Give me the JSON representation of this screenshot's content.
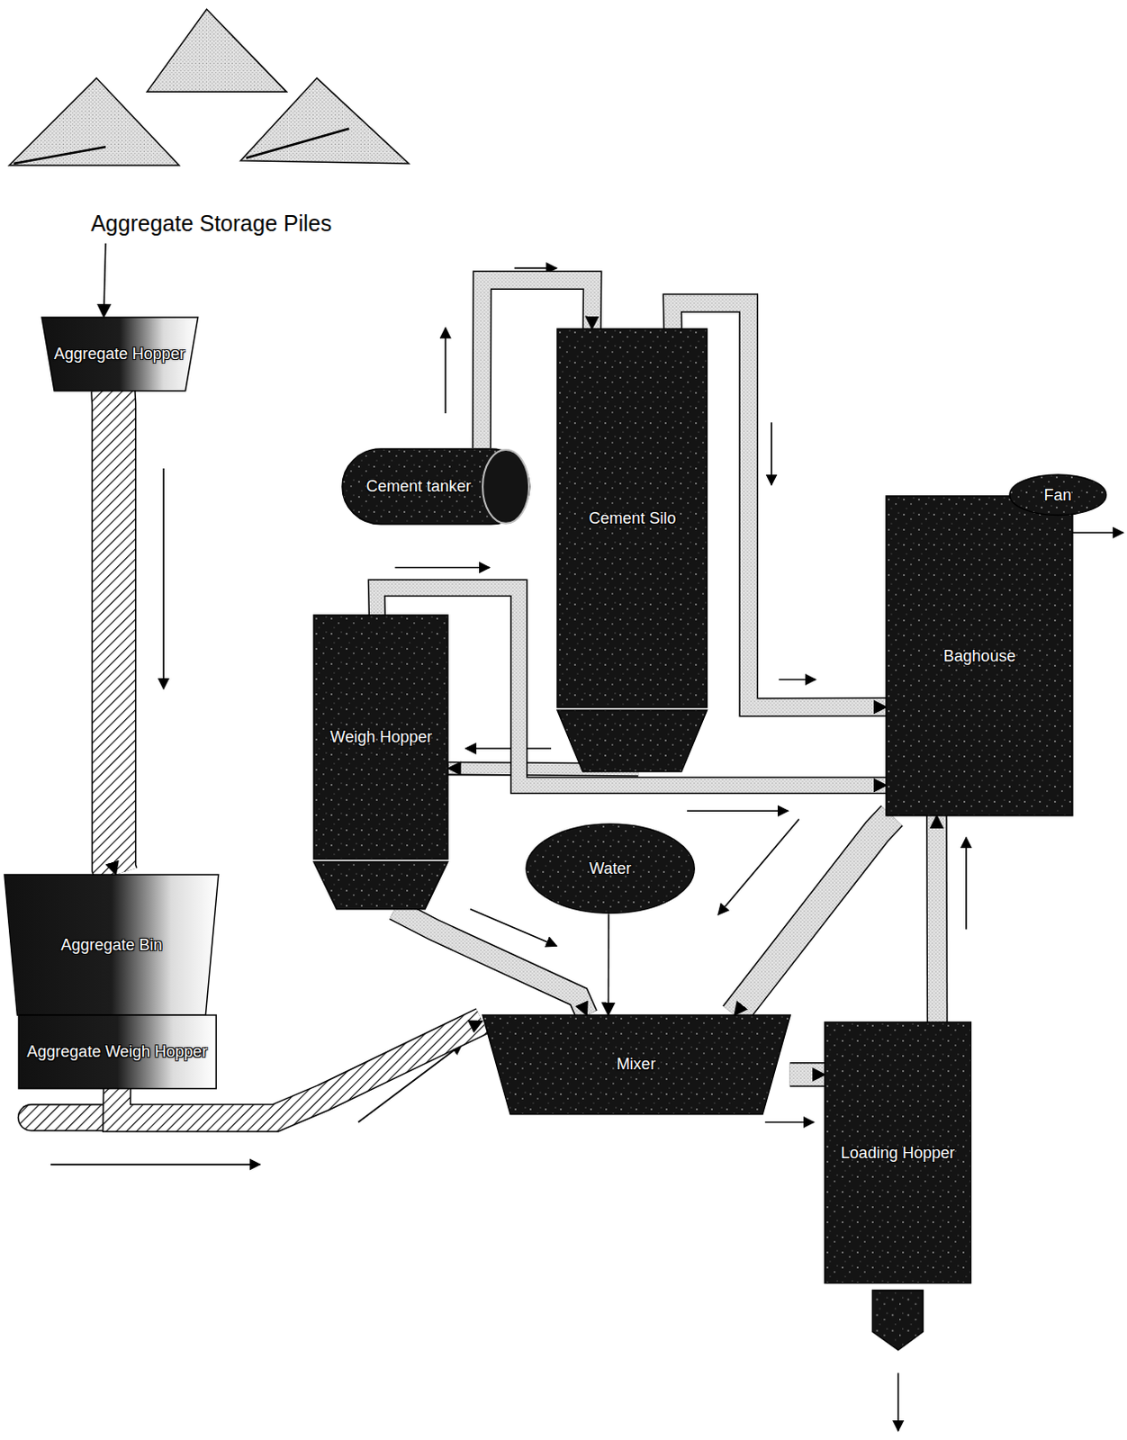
{
  "diagram": {
    "nodes": [
      {
        "text": [
          "Aggregate Storage Piles"
        ]
      },
      {
        "text": [
          "Aggregate Hopper"
        ]
      },
      {
        "text": [
          "Cement tanker"
        ]
      },
      {
        "text": [
          "Cement Silo"
        ]
      },
      {
        "text": [
          "Fan"
        ]
      },
      {
        "text": [
          "Baghouse"
        ]
      },
      {
        "text": [
          "Weigh Hopper"
        ]
      },
      {
        "text": [
          "Water"
        ]
      },
      {
        "text": [
          "Aggregate Bin"
        ]
      },
      {
        "text": [
          "Aggregate Weigh Hopper"
        ]
      },
      {
        "text": [
          "Mixer"
        ]
      },
      {
        "text": [
          "Loading Hopper"
        ]
      }
    ],
    "edges": [
      {
        "from": 0,
        "to": 1,
        "arrow": "to"
      },
      {
        "from": 1,
        "to": 8,
        "arrow": "to"
      },
      {
        "from": 9,
        "to": 10,
        "arrow": "to"
      },
      {
        "from": 2,
        "to": 3,
        "arrow": "to"
      },
      {
        "from": 3,
        "to": 5,
        "arrow": "to"
      },
      {
        "from": 3,
        "to": 6,
        "arrow": "to"
      },
      {
        "from": 6,
        "to": 5,
        "arrow": "to"
      },
      {
        "from": 6,
        "to": 10,
        "arrow": "to"
      },
      {
        "from": 7,
        "to": 10,
        "arrow": "to"
      },
      {
        "from": 5,
        "to": 10,
        "arrow": "to"
      },
      {
        "from": 10,
        "to": 11,
        "arrow": "to"
      },
      {
        "from": 11,
        "to": 5,
        "arrow": "to"
      }
    ]
  }
}
